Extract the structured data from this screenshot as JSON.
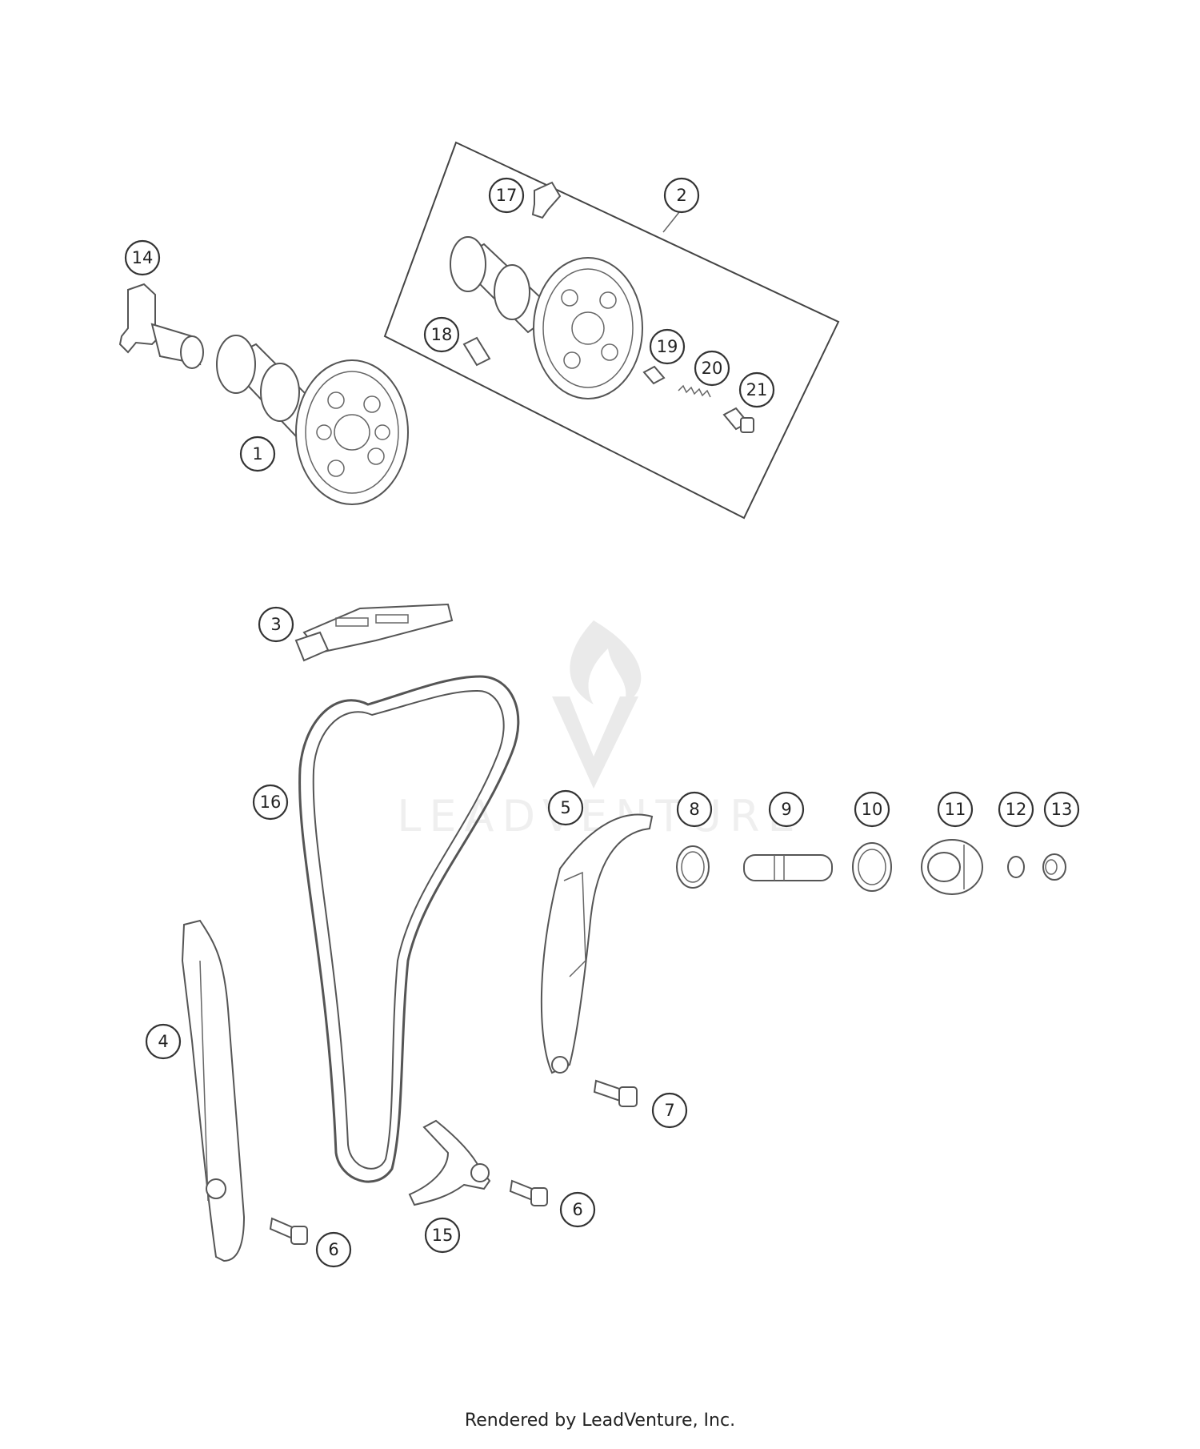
{
  "callouts": {
    "c1": "1",
    "c2": "2",
    "c3": "3",
    "c4": "4",
    "c5": "5",
    "c6a": "6",
    "c6b": "6",
    "c7": "7",
    "c8": "8",
    "c9": "9",
    "c10": "10",
    "c11": "11",
    "c12": "12",
    "c13": "13",
    "c14": "14",
    "c15": "15",
    "c16": "16",
    "c17": "17",
    "c18": "18",
    "c19": "19",
    "c20": "20",
    "c21": "21"
  },
  "watermark": {
    "text": "LEADVENTURE",
    "icon": "flame-v-logo-icon"
  },
  "footer": {
    "text": "Rendered by LeadVenture, Inc."
  },
  "colors": {
    "line": "#555555",
    "callout_stroke": "#333333",
    "watermark": "#d9d9d9"
  }
}
